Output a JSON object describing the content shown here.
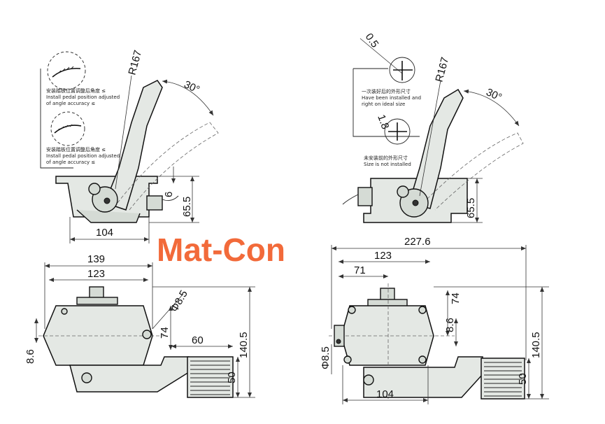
{
  "brand": {
    "text": "Mat-Con",
    "color": "#f26a3a"
  },
  "views": {
    "side_left": {
      "dims": {
        "radius": "R167",
        "angle": "30°",
        "offset": "6",
        "height": "65.5",
        "width": "104"
      },
      "notes": {
        "note1": [
          "安装踏板位置调整后角度 ≤",
          "Install pedal position adjusted",
          "of angle accuracy ≤"
        ],
        "note2": [
          "安装踏板位置调整后角度 ≤",
          "Install pedal position adjusted",
          "of angle accuracy ≤"
        ]
      }
    },
    "side_right": {
      "dims": {
        "gap": "0.5",
        "radius": "R167",
        "angle": "30°",
        "tol": "1.8",
        "height": "65.5"
      },
      "notes": {
        "note1": [
          "一次装好后的外形尺寸",
          "Have been installed and",
          "right on ideal size"
        ],
        "note2": [
          "未安装前的外形尺寸",
          "Size is not installed"
        ]
      }
    },
    "top_left": {
      "dims": {
        "overall": "139",
        "inner": "123",
        "hole": "Φ8.5",
        "offset": "74",
        "pedal": "60",
        "total": "140.5",
        "small": "8.6",
        "pad": "50"
      }
    },
    "top_right": {
      "dims": {
        "overall": "227.6",
        "inner": "123",
        "offset": "71",
        "v74": "74",
        "small": "8.6",
        "hole": "Φ8.5",
        "total": "140.5",
        "pad": "50",
        "base": "104"
      }
    }
  }
}
